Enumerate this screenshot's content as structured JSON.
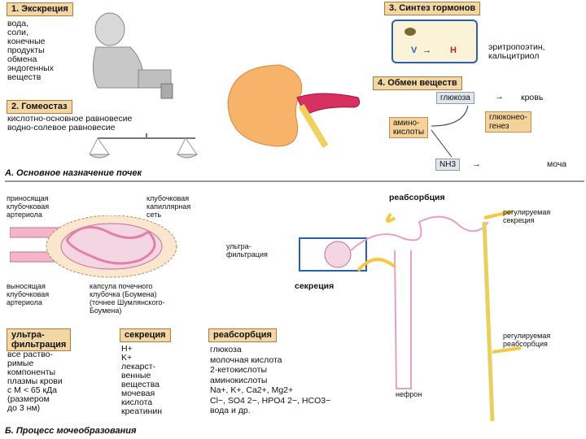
{
  "section_a": {
    "title": "А. Основное назначение почек",
    "excretion": {
      "label": "1. Экскреция",
      "items": "вода,\nсоли,\nконечные\nпродукты\nобмена\nэндогенных\nвеществ"
    },
    "homeostasis": {
      "label": "2. Гомеостаз",
      "line1": "кислотно-основное равновесие",
      "line2": "водно-солевое равновесие"
    },
    "hormones": {
      "label": "3. Синтез гормонов",
      "v": "V",
      "h": "H",
      "products": "эритропоэтин,\nкальцитриол"
    },
    "metabolism": {
      "label": "4. Обмен веществ",
      "glucose": "глюкоза",
      "blood": "кровь",
      "gluconeogenesis": "глюконео-\nгенез",
      "amino_acids": "амино-\nкислоты",
      "nh3": "NH3",
      "urine": "моча"
    }
  },
  "section_b": {
    "title": "Б. Процесс мочеобразования",
    "afferent": "приносящая\nклубочковая\nартериола",
    "capillary": "клубочковая\nкапиллярная\nсеть",
    "efferent": "выносящая\nклубочковая\nартериола",
    "capsule": "капсула почечного\nклубочка (Боумена)\n(точнее Шумлянского-\nБоумена)",
    "ultrafiltration_callout": "ультра-\nфильтрация",
    "reabsorption_top": "реабсорбция",
    "regulated_secretion": "регулируемая\nсекреция",
    "secretion_label": "секреция",
    "regulated_reabsorption": "регулируемая\nреабсорбция",
    "nephron": "нефрон",
    "table": {
      "col1_header": "ультра-\nфильтрация",
      "col1_text": "все раство-\nримые\nкомпоненты\nплазмы крови\nс M < 65 кДа\n(размером\nдо 3 нм)",
      "col2_header": "секреция",
      "col2_items": "H+\nK+\nлекарст-\nвенные\nвещества\nмочевая\nкислота\nкреатинин",
      "col3_header": "реабсорбция",
      "col3_items": "глюкоза\nмолочная кислота\n2-кетокислоты\nаминокислоты\nNa+, K+, Ca2+, Mg2+\nCl−, SO4 2−, HPO4 2−, HCO3−\nвода и др."
    }
  },
  "colors": {
    "label_bg": "#f2d7a4",
    "kidney": "#f7b36a",
    "pink": "#e8a0c8",
    "blue_frame": "#2a5fb0",
    "yellow": "#f5c842"
  }
}
